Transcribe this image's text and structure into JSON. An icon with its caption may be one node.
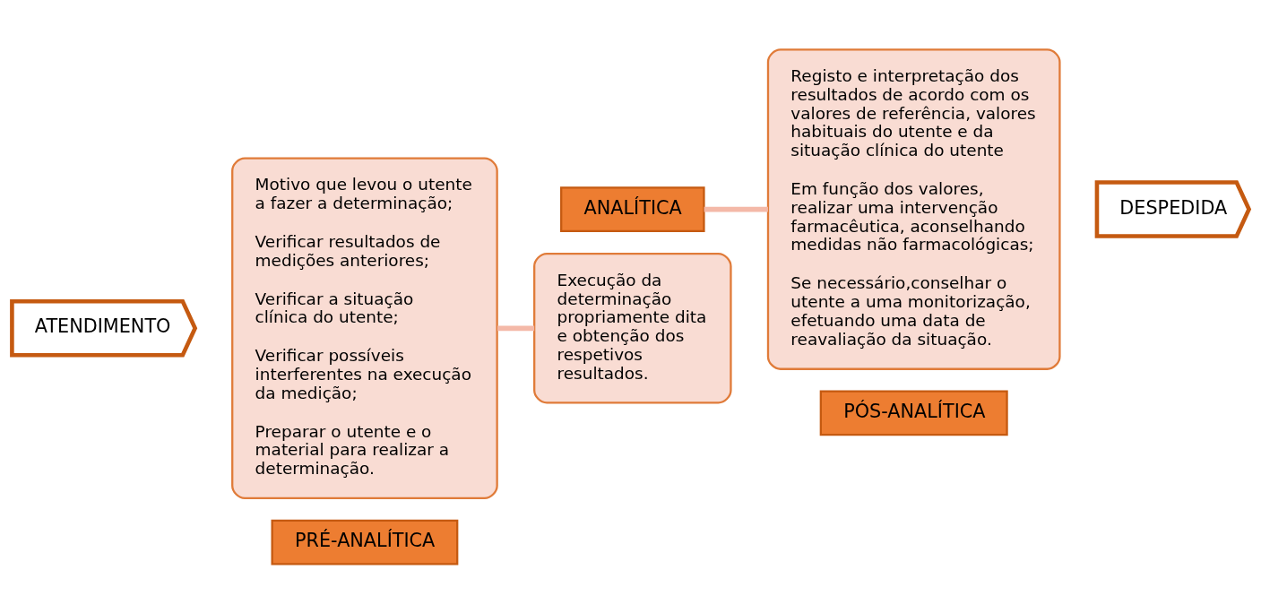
{
  "diagram": {
    "nodes": [
      {
        "text": [
          "ATENDIMENTO"
        ]
      },
      {
        "text": [
          "Motivo que levou o utente a fazer a determinação;",
          "Verificar resultados de medições anteriores;",
          "Verificar a situação clínica do utente;",
          "Verificar possíveis interferentes na execução da medição;",
          "Preparar o utente e o material para realizar a determinação."
        ]
      },
      {
        "text": [
          "PRÉ-ANALÍTICA"
        ]
      },
      {
        "text": [
          "Execução da determinação propriamente dita e obtenção dos respetivos resultados."
        ]
      },
      {
        "text": [
          "ANALÍTICA"
        ]
      },
      {
        "text": [
          "Registo e interpretação dos resultados de acordo com os valores de referência, valores habituais do utente e da situação clínica do utente",
          "Em função dos valores, realizar uma intervenção farmacêutica, aconselhando medidas não farmacológicas;",
          "Se necessário,conselhar o utente a uma monitorização, efetuando uma data de reavaliação da situação."
        ]
      },
      {
        "text": [
          "PÓS-ANALÍTICA"
        ]
      },
      {
        "text": [
          "DESPEDIDA"
        ]
      }
    ],
    "edges": [
      {
        "from": 1,
        "to": 3,
        "arrow": "none"
      },
      {
        "from": 4,
        "to": 5,
        "arrow": "none"
      }
    ]
  }
}
